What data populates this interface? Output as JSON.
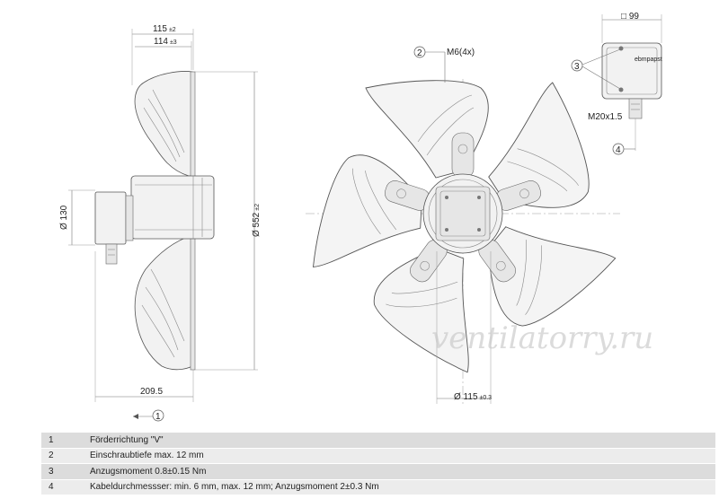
{
  "dimensions": {
    "depth_total": "115",
    "depth_total_tol": "±2",
    "depth_inner": "114",
    "depth_inner_tol": "±3",
    "motor_diameter": "Ø 130",
    "fan_diameter": "Ø 552",
    "fan_diameter_tol": "±2",
    "base_length": "209.5",
    "hub_diameter": "Ø 115",
    "hub_diameter_tol": "±0.3",
    "screw": "M6(4x)",
    "box_size": "□ 99",
    "cable_gland": "M20x1.5"
  },
  "callouts": {
    "c1": "1",
    "c2": "2",
    "c3": "3",
    "c4": "4"
  },
  "watermark": "ventilatorry.ru",
  "notes": [
    {
      "num": "1",
      "text": "Förderrichtung \"V\""
    },
    {
      "num": "2",
      "text": "Einschraubtiefe max. 12 mm"
    },
    {
      "num": "3",
      "text": "Anzugsmoment 0.8±0.15 Nm"
    },
    {
      "num": "4",
      "text": "Kabeldurchmessser: min. 6 mm, max. 12 mm; Anzugsmoment 2±0.3 Nm"
    }
  ]
}
